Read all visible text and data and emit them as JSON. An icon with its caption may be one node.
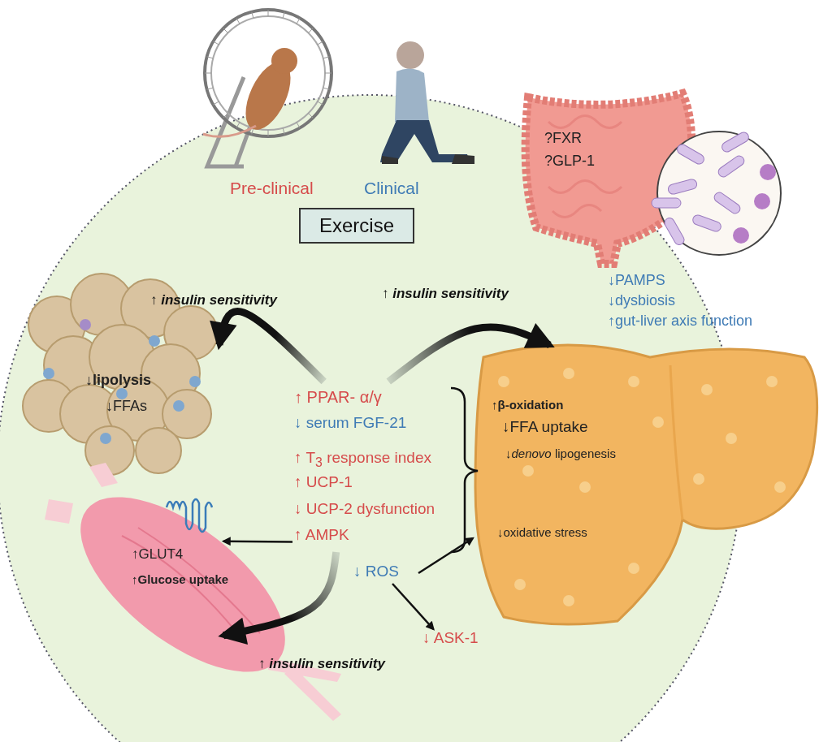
{
  "diagram": {
    "nodes": [
      {
        "text": [
          "Exercise"
        ]
      },
      {
        "text": [
          "↓lipolysis",
          "↓FFAs"
        ]
      },
      {
        "text": [
          "↑ PPAR- α/γ",
          "↓ serum FGF-21",
          "↑ T$_{3}$ response index",
          "↑ UCP-1",
          "↓ UCP-2 dysfunction",
          "↑ AMPK"
        ]
      },
      {
        "text": [
          "↑β-oxidation",
          "↓FFA uptake",
          "↓*denovo* lipogenesis",
          "↓oxidative stress"
        ]
      },
      {
        "text": [
          "↑GLUT4",
          "↑Glucose uptake"
        ]
      },
      {
        "text": [
          "↓ ROS"
        ]
      },
      {
        "text": [
          "↓ ASK-1"
        ]
      },
      {
        "text": [
          "?FXR",
          "?GLP-1"
        ],
        "beside": [
          "↓PAMPS",
          "↓dysbiosis",
          "↑gut-liver axis function"
        ]
      }
    ],
    "edges": [
      {
        "from": 2,
        "to": 1,
        "arrow": "to",
        "label": "↑ insulin sensitivity",
        "style": "thick"
      },
      {
        "from": 2,
        "to": 3,
        "arrow": "to",
        "label": "↑ insulin sensitivity",
        "style": "thick"
      },
      {
        "from": 2,
        "to": 4,
        "arrow": "to"
      },
      {
        "from": 2,
        "to": 4,
        "arrow": "to",
        "label": "↑ insulin sensitivity",
        "style": "thick"
      },
      {
        "from": 5,
        "to": 3,
        "arrow": "to"
      },
      {
        "from": 5,
        "to": 6,
        "arrow": "to"
      }
    ],
    "labels": [
      "Pre-clinical",
      "Clinical"
    ]
  }
}
